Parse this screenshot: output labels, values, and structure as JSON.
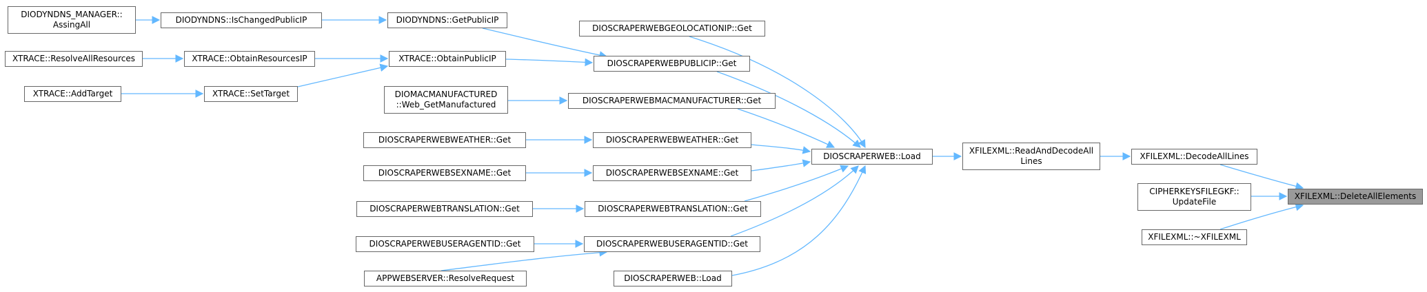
{
  "graph": {
    "edge_color": "#63b8ff",
    "focus_fill": "#9a9a9a",
    "border_color": "#666666",
    "nodes": {
      "dyndns_manager_assingall": [
        "DIODYNDNS_MANAGER::",
        "AssingAll"
      ],
      "dyndns_ischangedpublicip": [
        "DIODYNDNS::IsChangedPublicIP"
      ],
      "dyndns_getpublicip": [
        "DIODYNDNS::GetPublicIP"
      ],
      "xtrace_resolveallresources": [
        "XTRACE::ResolveAllResources"
      ],
      "xtrace_obtainresourcesip": [
        "XTRACE::ObtainResourcesIP"
      ],
      "xtrace_obtainpublicip": [
        "XTRACE::ObtainPublicIP"
      ],
      "xtrace_addtarget": [
        "XTRACE::AddTarget"
      ],
      "xtrace_settarget": [
        "XTRACE::SetTarget"
      ],
      "geolocationip_get": [
        "DIOSCRAPERWEBGEOLOCATIONIP::Get"
      ],
      "publicip_get": [
        "DIOSCRAPERWEBPUBLICIP::Get"
      ],
      "macmanufactured_web": [
        "DIOMACMANUFACTURED",
        "::Web_GetManufactured"
      ],
      "macmanufacturer_get": [
        "DIOSCRAPERWEBMACMANUFACTURER::Get"
      ],
      "weather_get_left": [
        "DIOSCRAPERWEBWEATHER::Get"
      ],
      "weather_get_right": [
        "DIOSCRAPERWEBWEATHER::Get"
      ],
      "sexname_get_left": [
        "DIOSCRAPERWEBSEXNAME::Get"
      ],
      "sexname_get_right": [
        "DIOSCRAPERWEBSEXNAME::Get"
      ],
      "translation_get_left": [
        "DIOSCRAPERWEBTRANSLATION::Get"
      ],
      "translation_get_right": [
        "DIOSCRAPERWEBTRANSLATION::Get"
      ],
      "useragentid_get_left": [
        "DIOSCRAPERWEBUSERAGENTID::Get"
      ],
      "useragentid_get_right": [
        "DIOSCRAPERWEBUSERAGENTID::Get"
      ],
      "appwebserver_resolverequest": [
        "APPWEBSERVER::ResolveRequest"
      ],
      "scraperweb_load_bottom": [
        "DIOSCRAPERWEB::Load"
      ],
      "scraperweb_load": [
        "DIOSCRAPERWEB::Load"
      ],
      "readanddecodealllines": [
        "XFILEXML::ReadAndDecodeAll",
        "Lines"
      ],
      "decodealllines": [
        "XFILEXML::DecodeAllLines"
      ],
      "cipherkeysfilegkf_updatefile": [
        "CIPHERKEYSFILEGKF::",
        "UpdateFile"
      ],
      "xfilexml_destructor": [
        "XFILEXML::~XFILEXML"
      ],
      "deleteallelements": [
        "XFILEXML::DeleteAllElements"
      ]
    }
  }
}
